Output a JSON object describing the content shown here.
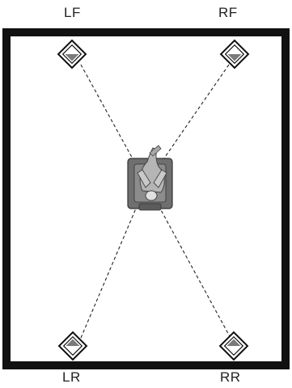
{
  "speakers": {
    "lf": {
      "label": "LF",
      "icon": "speaker-icon"
    },
    "rf": {
      "label": "RF",
      "icon": "speaker-icon"
    },
    "lr": {
      "label": "LR",
      "icon": "speaker-icon"
    },
    "rr": {
      "label": "RR",
      "icon": "speaker-icon"
    }
  },
  "listener": {
    "icon": "person-in-chair-icon"
  },
  "colors": {
    "wall": "#111111",
    "speaker_fill": "#ffffff",
    "speaker_inner": "#8a8a8a",
    "chair": "#6f6f6f",
    "person": "#b5b5b5"
  }
}
